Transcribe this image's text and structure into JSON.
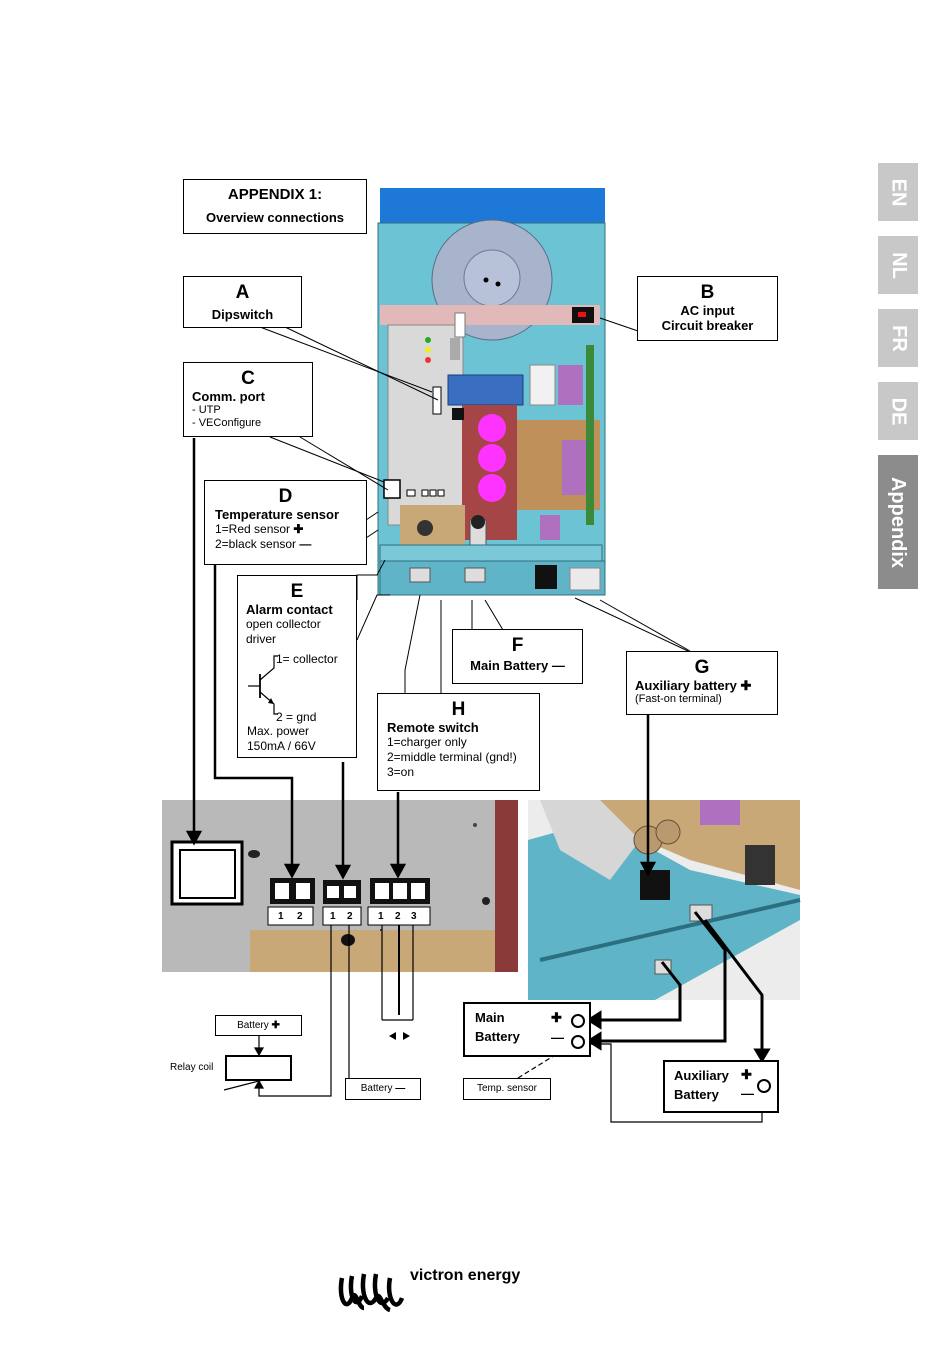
{
  "tabs": [
    {
      "label": "EN"
    },
    {
      "label": "NL"
    },
    {
      "label": "FR"
    },
    {
      "label": "DE"
    },
    {
      "label": "Appendix"
    }
  ],
  "appendix": {
    "title": "APPENDIX 1:",
    "subtitle": "Overview connections"
  },
  "labels": {
    "A": {
      "letter": "A",
      "name": "Dipswitch"
    },
    "B": {
      "letter": "B",
      "line1": "AC input",
      "line2": "Circuit breaker"
    },
    "C": {
      "letter": "C",
      "name": "Comm. port",
      "item1": "- UTP",
      "item2": "- VEConfigure"
    },
    "D": {
      "letter": "D",
      "name": "Temperature sensor",
      "line1": "1=Red    sensor",
      "line2": "2=black  sensor"
    },
    "E": {
      "letter": "E",
      "name": "Alarm contact",
      "line1": "open collector",
      "line2": "driver",
      "pin1": "1= collector",
      "pin2": "2 = gnd",
      "power1": "Max. power",
      "power2": "150mA / 66V"
    },
    "F": {
      "letter": "F",
      "name": "Main Battery"
    },
    "G": {
      "letter": "G",
      "name": "Auxiliary battery",
      "note": "(Fast-on terminal)"
    },
    "H": {
      "letter": "H",
      "name": "Remote switch",
      "line1": "1=charger only",
      "line2": "2=middle terminal (gnd!)",
      "line3": "3=on"
    }
  },
  "terminals": {
    "d": [
      "1",
      "2"
    ],
    "e": [
      "1",
      "2"
    ],
    "h": [
      "1",
      "2",
      "3"
    ]
  },
  "wiring": {
    "battery_plus": "Battery",
    "relay_coil": "Relay coil",
    "battery_minus": "Battery",
    "temp_sensor": "Temp. sensor",
    "main_battery_1": "Main",
    "main_battery_2": "Battery",
    "aux_battery_1": "Auxiliary",
    "aux_battery_2": "Battery"
  },
  "brand": {
    "name": "victron energy"
  },
  "colors": {
    "device_blue": "#5fb4c8",
    "tab_grey": "#c8c8c8",
    "tab_active": "#8c8c8c",
    "magenta": "#ff33ff",
    "pcb_brown": "#a0522d"
  }
}
